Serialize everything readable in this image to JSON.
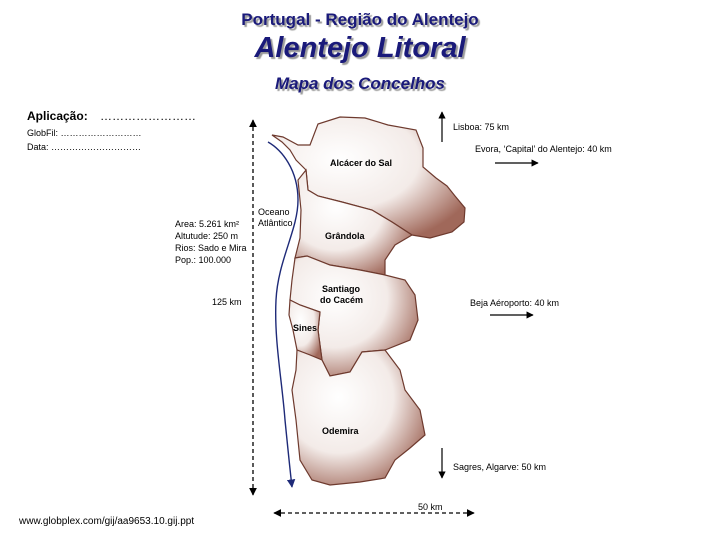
{
  "header": {
    "line1": "Portugal - Região do Alentejo",
    "line2": "Alentejo Litoral",
    "line3": "Mapa dos Concelhos"
  },
  "info": {
    "application_label": "Aplicação:",
    "application_dots": "……………………",
    "globfil": "GlobFil: ………………………",
    "data": "Data: …………………………"
  },
  "stats": [
    "Area: 5.261 km²",
    "Altutude: 250 m",
    "Rios: Sado e Mira",
    "Pop.: 100.000"
  ],
  "ocean": [
    "Oceano",
    "Atlântico"
  ],
  "regions": {
    "alcacer": "Alcácer do Sal",
    "grandola": "Grândola",
    "santiago": [
      "Santiago",
      "do Cacém"
    ],
    "sines": "Sines",
    "odemira": "Odemira"
  },
  "distances": {
    "lisboa": "Lisboa: 75 km",
    "evora": "Evora, ‘Capital’ do Alentejo: 40 km",
    "beja": "Beja Aéroporto: 40 km",
    "sagres": "Sagres, Algarve: 50 km",
    "height": "125 km",
    "width": "50 km"
  },
  "footer": "www.globplex.com/gij/aa9653.10.gij.ppt",
  "colors": {
    "title": "#1a1a7a",
    "region_fill": "#a0685a",
    "region_border": "#6e3a2e",
    "coast_arrow": "#1e2a78"
  }
}
